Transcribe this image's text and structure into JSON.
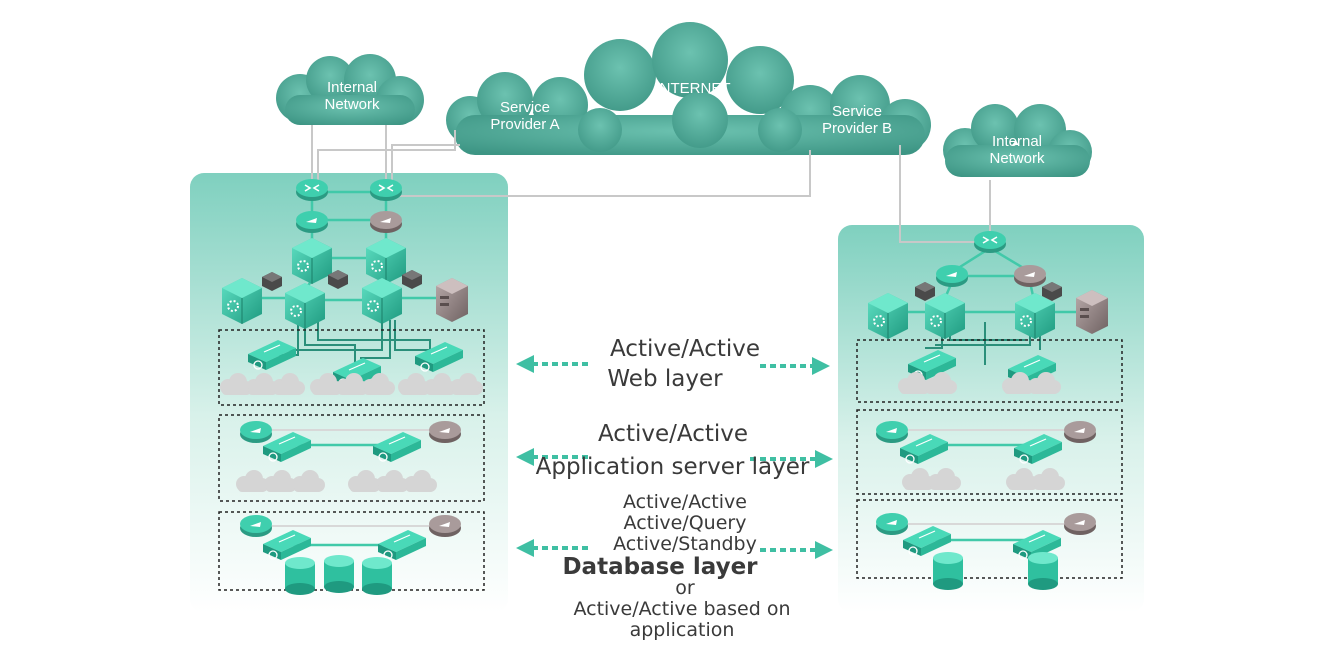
{
  "clouds": {
    "internal_left": [
      "Internal",
      "Network"
    ],
    "provider_a": [
      "Service",
      "Provider A"
    ],
    "internet": "INTERNET",
    "provider_b": [
      "Service",
      "Provider B"
    ],
    "internal_right": [
      "Internal",
      "Network"
    ]
  },
  "layers": {
    "web": {
      "mode": "Active/Active",
      "name": "Web layer"
    },
    "app": {
      "mode": "Active/Active",
      "name": "Application server layer"
    },
    "db": {
      "modes": [
        "Active/Active",
        "Active/Query",
        "Active/Standby"
      ],
      "name": "Database layer",
      "or": "or",
      "alt": [
        "Active/Active based on",
        "application"
      ]
    }
  },
  "colors": {
    "teal": "#3fbfa3",
    "teal_dark": "#2a8f7a",
    "cloud": "#4fa897",
    "panel_top": "#7fd0bf",
    "gray_device": "#8a7f7f"
  },
  "icons": [
    "router-icon",
    "firewall-icon",
    "load-balancer-icon",
    "switch-icon",
    "server-icon",
    "database-icon",
    "cloud-icon",
    "arrow-icon"
  ]
}
